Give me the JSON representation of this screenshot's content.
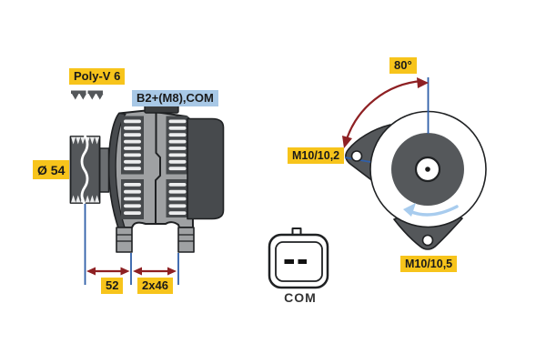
{
  "labels": {
    "belt_type": "Poly-V 6",
    "terminals": "B2+(M8),COM",
    "pulley_diameter": "Ø 54",
    "dim_pulley_to_foot": "52",
    "dim_feet_spacing": "2x46",
    "mounting_angle": "80°",
    "mount_hole_upper": "M10/10,2",
    "mount_hole_lower": "M10/10,5",
    "connector": "COM"
  },
  "colors": {
    "label_yellow": "#F7C41B",
    "label_blue": "#A8C8E6",
    "dim_blue": "#2F5FA9",
    "arrow_red": "#8E2023",
    "rotation_blue": "#A8CCEE",
    "body_gray": "#9FA1A3",
    "dark_gray": "#54575A",
    "rim_gray": "#474A4D"
  }
}
